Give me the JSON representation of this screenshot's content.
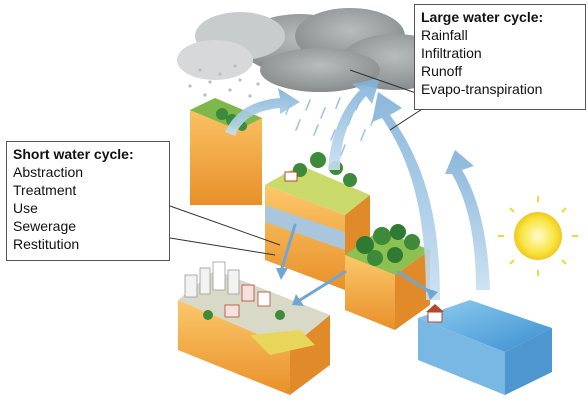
{
  "large_cycle": {
    "title": "Large water cycle:",
    "items": [
      "Rainfall",
      "Infiltration",
      "Runoff",
      "Evapo-transpiration"
    ]
  },
  "short_cycle": {
    "title": "Short water cycle:",
    "items": [
      "Abstraction",
      "Treatment",
      "Use",
      "Sewerage",
      "Restitution"
    ]
  },
  "colors": {
    "cloud": "#8a8f90",
    "arrow": "#8fb8d8",
    "terrain_side": "#f0a540",
    "sun": "#f6e23c",
    "water": "#5aa6dc",
    "tree": "#3c8a3a"
  }
}
